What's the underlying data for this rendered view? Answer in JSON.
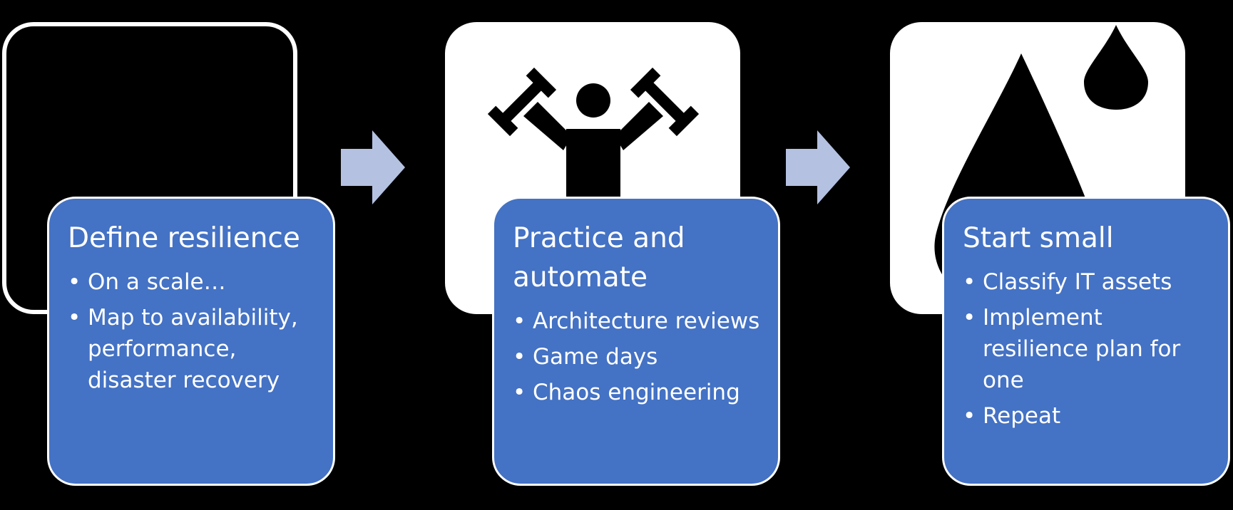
{
  "steps": [
    {
      "title": "Define resilience",
      "icon": "empty-image-frame-icon",
      "bullets": [
        "On a scale…",
        "Map to availability, performance, disaster recovery"
      ]
    },
    {
      "title": "Practice and automate",
      "icon": "weightlifter-icon",
      "bullets": [
        "Architecture reviews",
        "Game days",
        "Chaos engineering"
      ]
    },
    {
      "title": "Start small",
      "icon": "water-drops-icon",
      "bullets": [
        "Classify IT assets",
        "Implement resilience plan for one",
        "Repeat"
      ]
    }
  ],
  "bullet_glyph": "•",
  "colors": {
    "card": "#4472c4",
    "arrow": "#b4c1e1",
    "background": "#000000"
  }
}
